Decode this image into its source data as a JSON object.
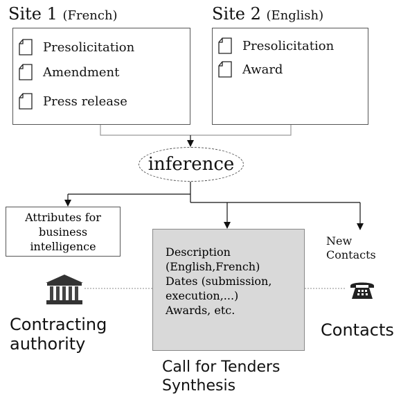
{
  "site1": {
    "title": "Site 1",
    "lang": "(French)",
    "docs": [
      "Presolicitation",
      "Amendment",
      "Press release"
    ]
  },
  "site2": {
    "title": "Site 2",
    "lang": "(English)",
    "docs": [
      "Presolicitation",
      "Award"
    ]
  },
  "inference": "inference",
  "attributes": [
    "Attributes for",
    "business",
    "intelligence"
  ],
  "synthesis_box": [
    "Description",
    "(English,French)",
    "Dates (submission,",
    "execution,...)",
    "Awards, etc."
  ],
  "synthesis_caption": [
    "Call for Tenders",
    "Synthesis"
  ],
  "new_contacts": [
    "New",
    "Contacts"
  ],
  "contracting_authority": [
    "Contracting",
    "authority"
  ],
  "contacts": "Contacts",
  "icons": {
    "document": "document-icon",
    "authority": "building-columns-icon",
    "contacts": "telephone-icon"
  }
}
